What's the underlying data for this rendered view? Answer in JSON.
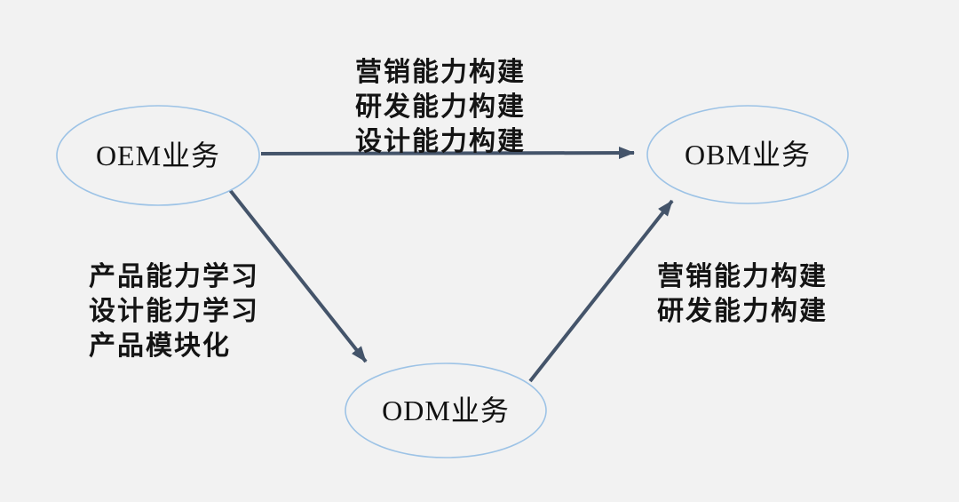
{
  "diagram": {
    "title": "OEM-ODM-OBM business upgrade path diagram",
    "colors": {
      "background": "#f2f2f2",
      "node_border": "#9dc3e6",
      "node_fill": "#f2f2f2",
      "arrow": "#44546a"
    },
    "nodes": {
      "oem": {
        "label": "OEM业务"
      },
      "obm": {
        "label": "OBM业务"
      },
      "odm": {
        "label": "ODM业务"
      }
    },
    "edges": {
      "oem_to_obm": {
        "lines": [
          "营销能力构建",
          "研发能力构建",
          "设计能力构建"
        ]
      },
      "oem_to_odm": {
        "lines": [
          "产品能力学习",
          "设计能力学习",
          "产品模块化"
        ]
      },
      "odm_to_obm": {
        "lines": [
          "营销能力构建",
          "研发能力构建"
        ]
      }
    }
  }
}
